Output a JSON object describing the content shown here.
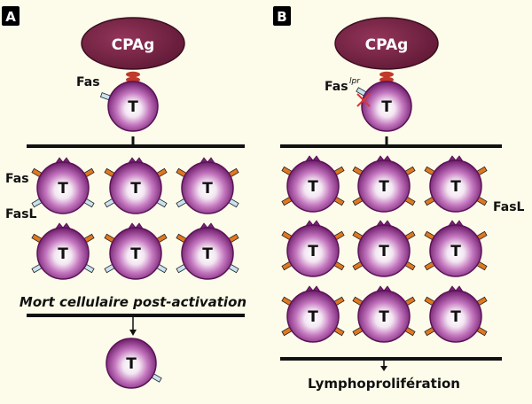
{
  "background": "#fdfbea",
  "colors": {
    "apc_fill": "#6e1f3e",
    "cell_outer": "#7a2178",
    "cell_center": "#ffffff",
    "receptor_fas": "#c8e2f0",
    "receptor_fasl": "#e07820",
    "mutation_mark": "#d43a3a",
    "line": "#111111"
  },
  "panelA": {
    "letter": "A",
    "apc_label": "CPAg",
    "fas_label": "Fas",
    "fasl_label": "FasL",
    "cell_label": "T",
    "caption": "Mort cellulaire post-activation"
  },
  "panelB": {
    "letter": "B",
    "apc_label": "CPAg",
    "fas_label": "Fas",
    "fas_superscript": "lpr",
    "fasl_label": "FasL",
    "cell_label": "T",
    "caption": "Lymphoprolifération"
  }
}
